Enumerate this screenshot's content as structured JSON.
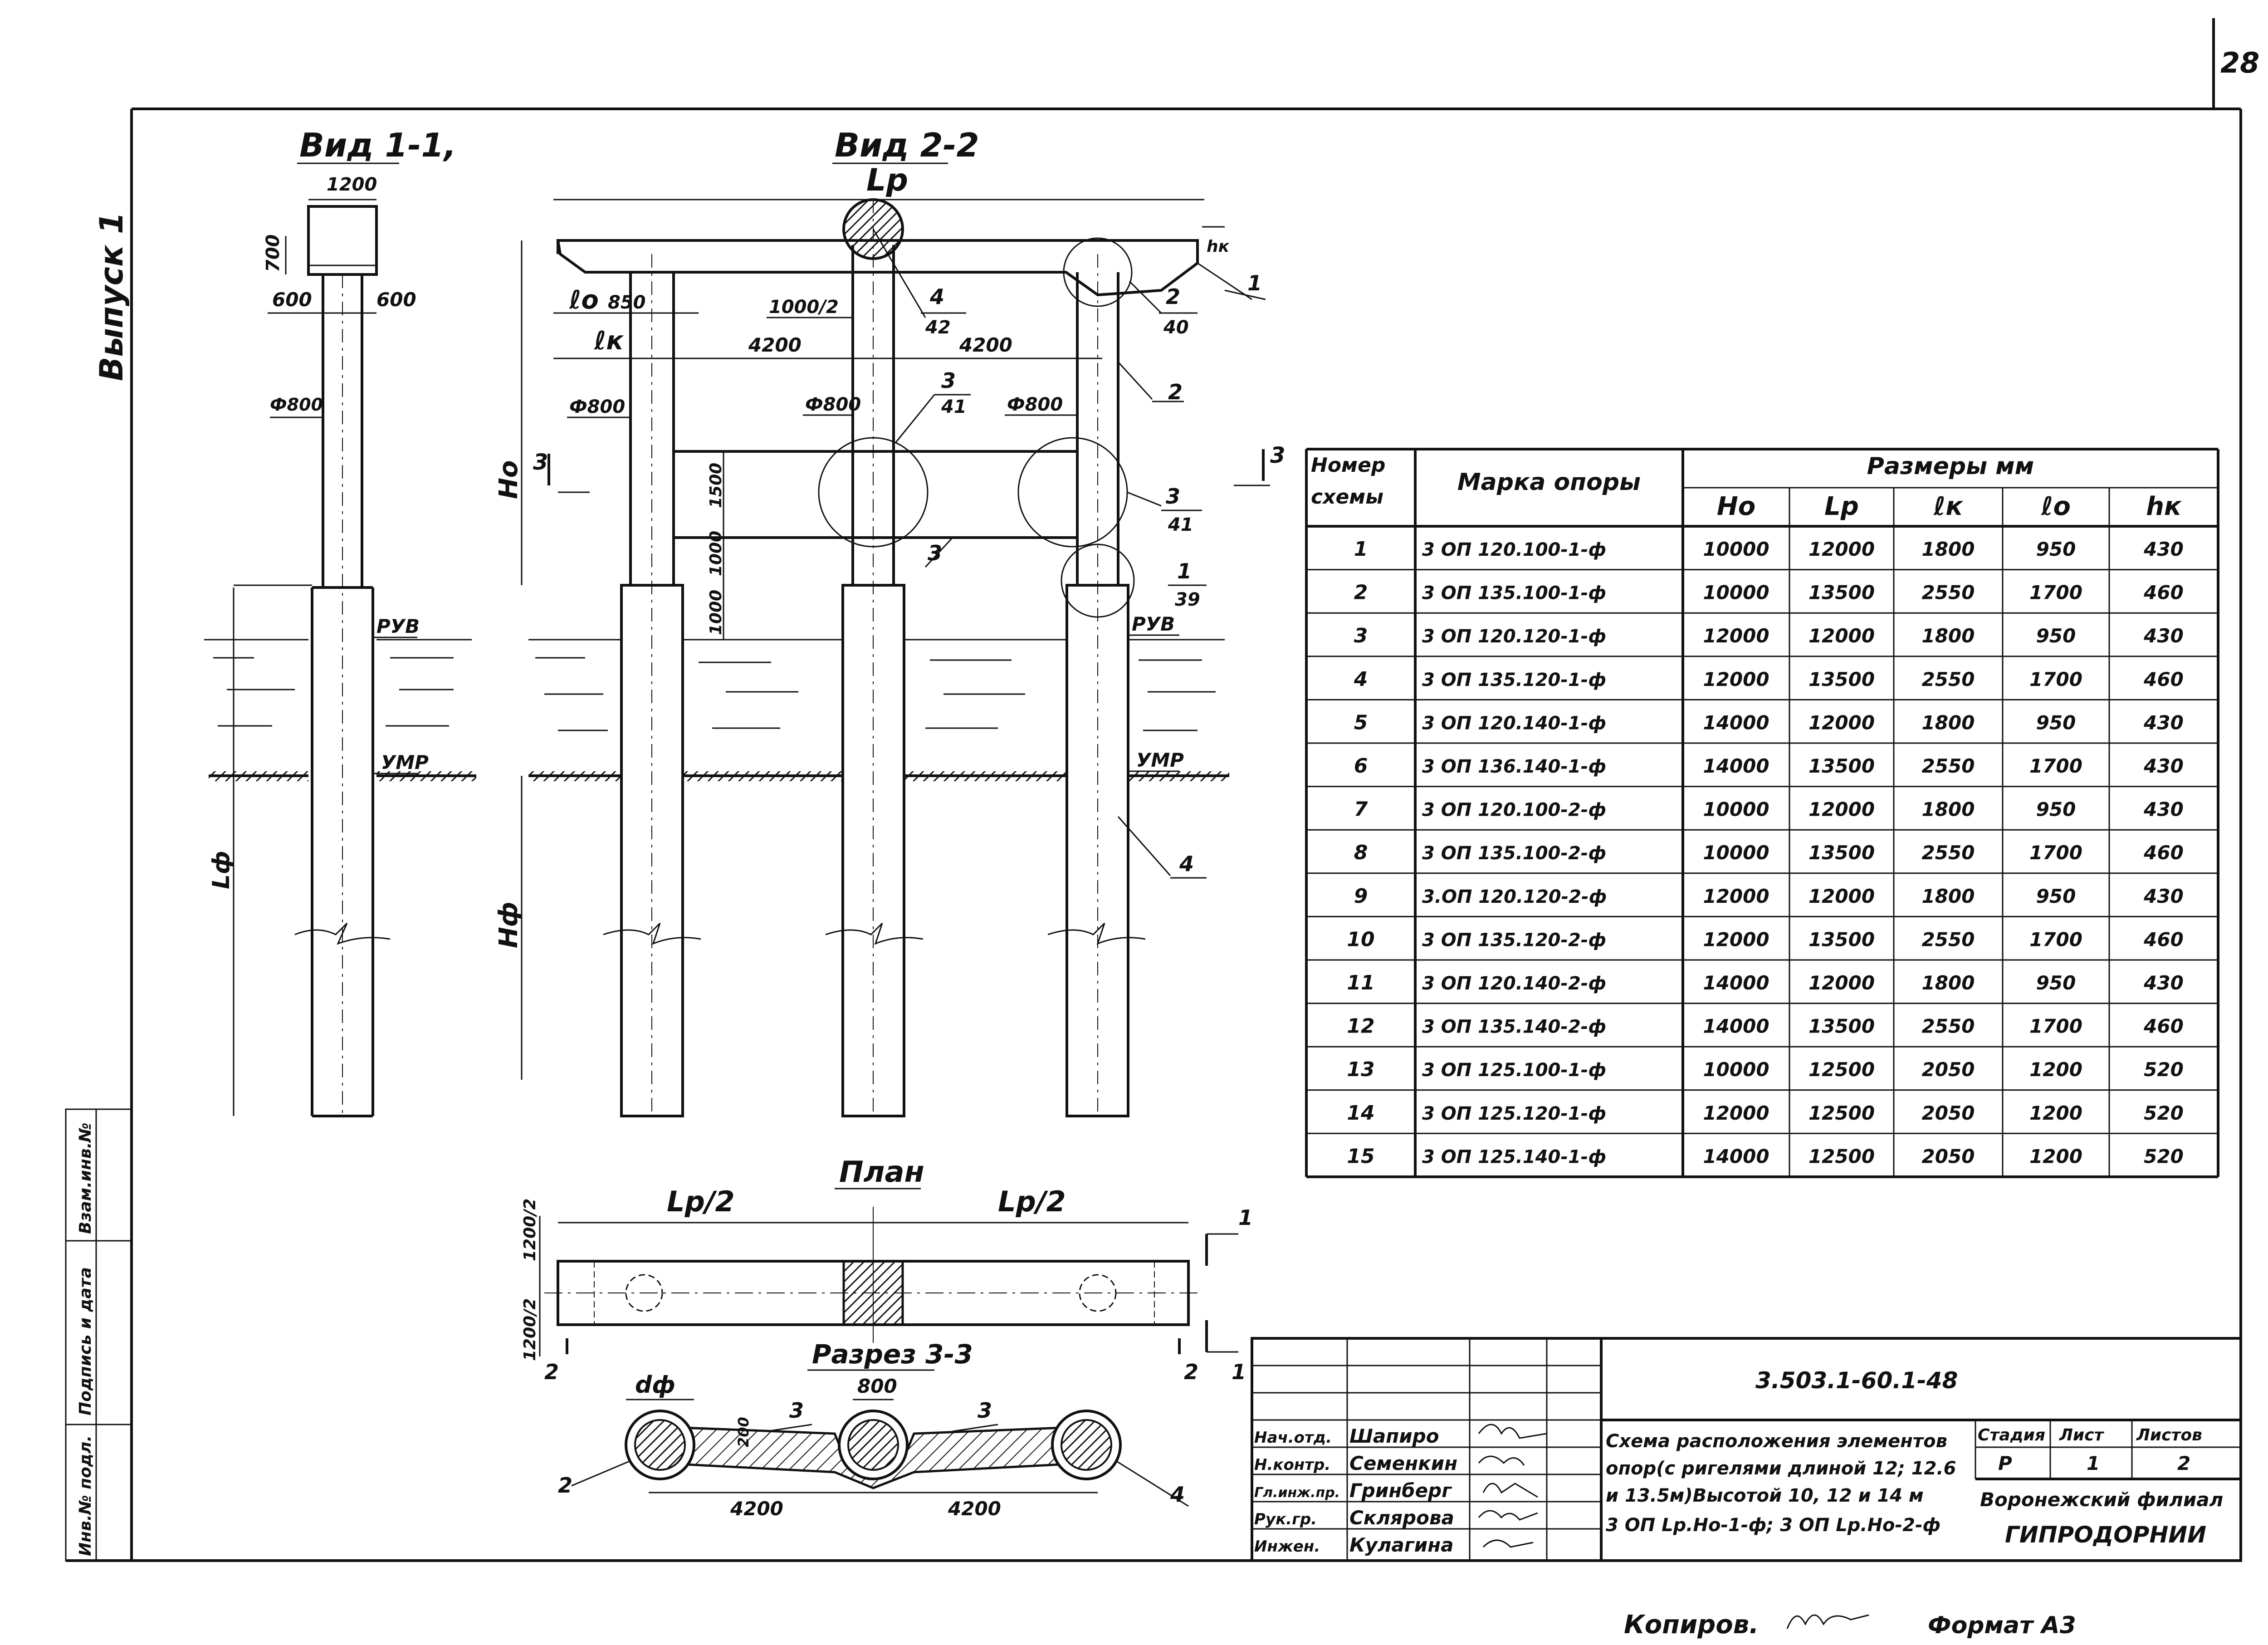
{
  "page_number": "28",
  "series_label": "Выпуск 1",
  "views": {
    "view11": {
      "title": "Вид 1-1,",
      "dims": [
        "1200",
        "700",
        "600",
        "600",
        "Ф800"
      ],
      "labels": {
        "ruv": "РУВ",
        "umr": "УМР",
        "lf": "Lф"
      }
    },
    "view22": {
      "title": "Вид 2-2",
      "dims": {
        "lr": "Lр",
        "hk": "hк",
        "lo": "ℓо",
        "d850": "850",
        "lk": "ℓк",
        "d1000_2": "1000/2",
        "d4200a": "4200",
        "d4200b": "4200",
        "f800a": "Ф800",
        "f800b": "Ф800",
        "f800c": "Ф800",
        "f800d": "Ф800",
        "d1500": "1500",
        "d1000a": "1000",
        "d1000b": "1000",
        "ho": "Hо",
        "hf": "Hф",
        "ruv": "РУВ",
        "umr": "УМР",
        "sec3": "3",
        "sec3r": "3"
      },
      "callouts": [
        {
          "num": "4",
          "sheet": "42"
        },
        {
          "num": "2",
          "sheet": "40"
        },
        {
          "num": "3",
          "sheet": "41"
        },
        {
          "num": "3",
          "sheet": "41"
        },
        {
          "num": "1",
          "sheet": "39"
        }
      ],
      "positions": [
        "1",
        "2",
        "3",
        "4"
      ]
    },
    "plan": {
      "title": "План",
      "dims": [
        "Lр/2",
        "Lр/2",
        "1200/2",
        "1200/2"
      ],
      "cut_marks": [
        "1",
        "1",
        "2",
        "2"
      ]
    },
    "section33": {
      "title": "Разрез 3-3",
      "dims": [
        "dф",
        "800",
        "200",
        "4200",
        "4200"
      ],
      "positions": [
        "2",
        "3",
        "3",
        "4"
      ]
    }
  },
  "table": {
    "header": {
      "scheme": [
        "Номер",
        "схемы"
      ],
      "mark": "Марка опоры",
      "sizes": "Размеры    мм",
      "cols": [
        "Hо",
        "Lр",
        "ℓк",
        "ℓо",
        "hк"
      ]
    },
    "rows": [
      [
        "1",
        "3 ОП 120.100-1-ф",
        "10000",
        "12000",
        "1800",
        "950",
        "430"
      ],
      [
        "2",
        "3 ОП 135.100-1-ф",
        "10000",
        "13500",
        "2550",
        "1700",
        "460"
      ],
      [
        "3",
        "3 ОП 120.120-1-ф",
        "12000",
        "12000",
        "1800",
        "950",
        "430"
      ],
      [
        "4",
        "3 ОП 135.120-1-ф",
        "12000",
        "13500",
        "2550",
        "1700",
        "460"
      ],
      [
        "5",
        "3 ОП 120.140-1-ф",
        "14000",
        "12000",
        "1800",
        "950",
        "430"
      ],
      [
        "6",
        "3 ОП 136.140-1-ф",
        "14000",
        "13500",
        "2550",
        "1700",
        "430"
      ],
      [
        "7",
        "3 ОП 120.100-2-ф",
        "10000",
        "12000",
        "1800",
        "950",
        "430"
      ],
      [
        "8",
        "3 ОП 135.100-2-ф",
        "10000",
        "13500",
        "2550",
        "1700",
        "460"
      ],
      [
        "9",
        "3.ОП 120.120-2-ф",
        "12000",
        "12000",
        "1800",
        "950",
        "430"
      ],
      [
        "10",
        "3 ОП 135.120-2-ф",
        "12000",
        "13500",
        "2550",
        "1700",
        "460"
      ],
      [
        "11",
        "3 ОП 120.140-2-ф",
        "14000",
        "12000",
        "1800",
        "950",
        "430"
      ],
      [
        "12",
        "3 ОП 135.140-2-ф",
        "14000",
        "13500",
        "2550",
        "1700",
        "460"
      ],
      [
        "13",
        "3 ОП 125.100-1-ф",
        "10000",
        "12500",
        "2050",
        "1200",
        "520"
      ],
      [
        "14",
        "3 ОП 125.120-1-ф",
        "12000",
        "12500",
        "2050",
        "1200",
        "520"
      ],
      [
        "15",
        "3 ОП 125.140-1-ф",
        "14000",
        "12500",
        "2050",
        "1200",
        "520"
      ]
    ]
  },
  "title_block": {
    "code": "3.503.1-60.1-48",
    "staff": [
      [
        "Нач.отд.",
        "Шапиро"
      ],
      [
        "Н.контр.",
        "Семенкин"
      ],
      [
        "Гл.инж.пр.",
        "Гринберг"
      ],
      [
        "Рук.гр.",
        "Склярова"
      ],
      [
        "Инжен.",
        "Кулагина"
      ]
    ],
    "description": [
      "Схема расположения элементов",
      "опор(с ригелями длиной 12; 12.6",
      "и 13.5м)Высотой 10, 12 и 14 м",
      "3 ОП Lр.Hо-1-ф; 3 ОП Lр.Hо-2-ф"
    ],
    "stage_headers": [
      "Стадия",
      "Лист",
      "Листов"
    ],
    "stage_values": [
      "Р",
      "1",
      "2"
    ],
    "org_line1": "Воронежский филиал",
    "org_line2": "ГИПРОДОРНИИ"
  },
  "left_margin_stamp": [
    "Инв.№ подл.",
    "Подпись и дата",
    "Взам.инв.№"
  ],
  "footer": {
    "copied": "Копиров.",
    "format": "Формат А3"
  }
}
